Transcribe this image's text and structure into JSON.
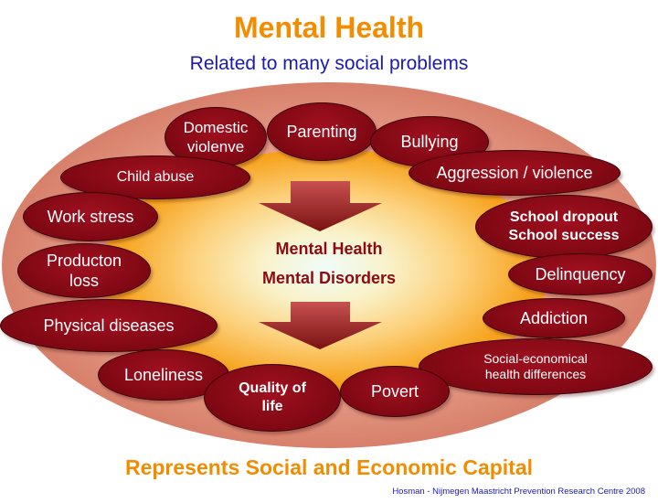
{
  "title": "Mental Health",
  "subtitle": "Related to many social problems",
  "center": {
    "line1": "Mental Health",
    "line2": "Mental Disorders"
  },
  "bubbles": {
    "domestic_violence": "Domestic violenve",
    "parenting": "Parenting",
    "bullying": "Bullying",
    "child_abuse": "Child abuse",
    "aggression": "Aggression / violence",
    "work_stress": "Work stress",
    "school_dropout": "School dropout",
    "school_success": "School success",
    "production_loss": "Producton loss",
    "delinquency": "Delinquency",
    "physical_diseases": "Physical diseases",
    "addiction": "Addiction",
    "social_economical": "Social-economical health differences",
    "loneliness": "Loneliness",
    "quality_of_life": "Quality of life",
    "poverty": "Povert"
  },
  "footer": "Represents Social and Economic Capital",
  "credit": "Hosman - Nijmegen Maastricht  Prevention Research Centre   2008",
  "colors": {
    "title": "#f28c00",
    "subtitle": "#1a1ab0",
    "bubble": "#8b0a14",
    "outer_ring": "#d98a78",
    "inner_glow": "#f7a21c",
    "arrow": "#8b1a1a"
  }
}
